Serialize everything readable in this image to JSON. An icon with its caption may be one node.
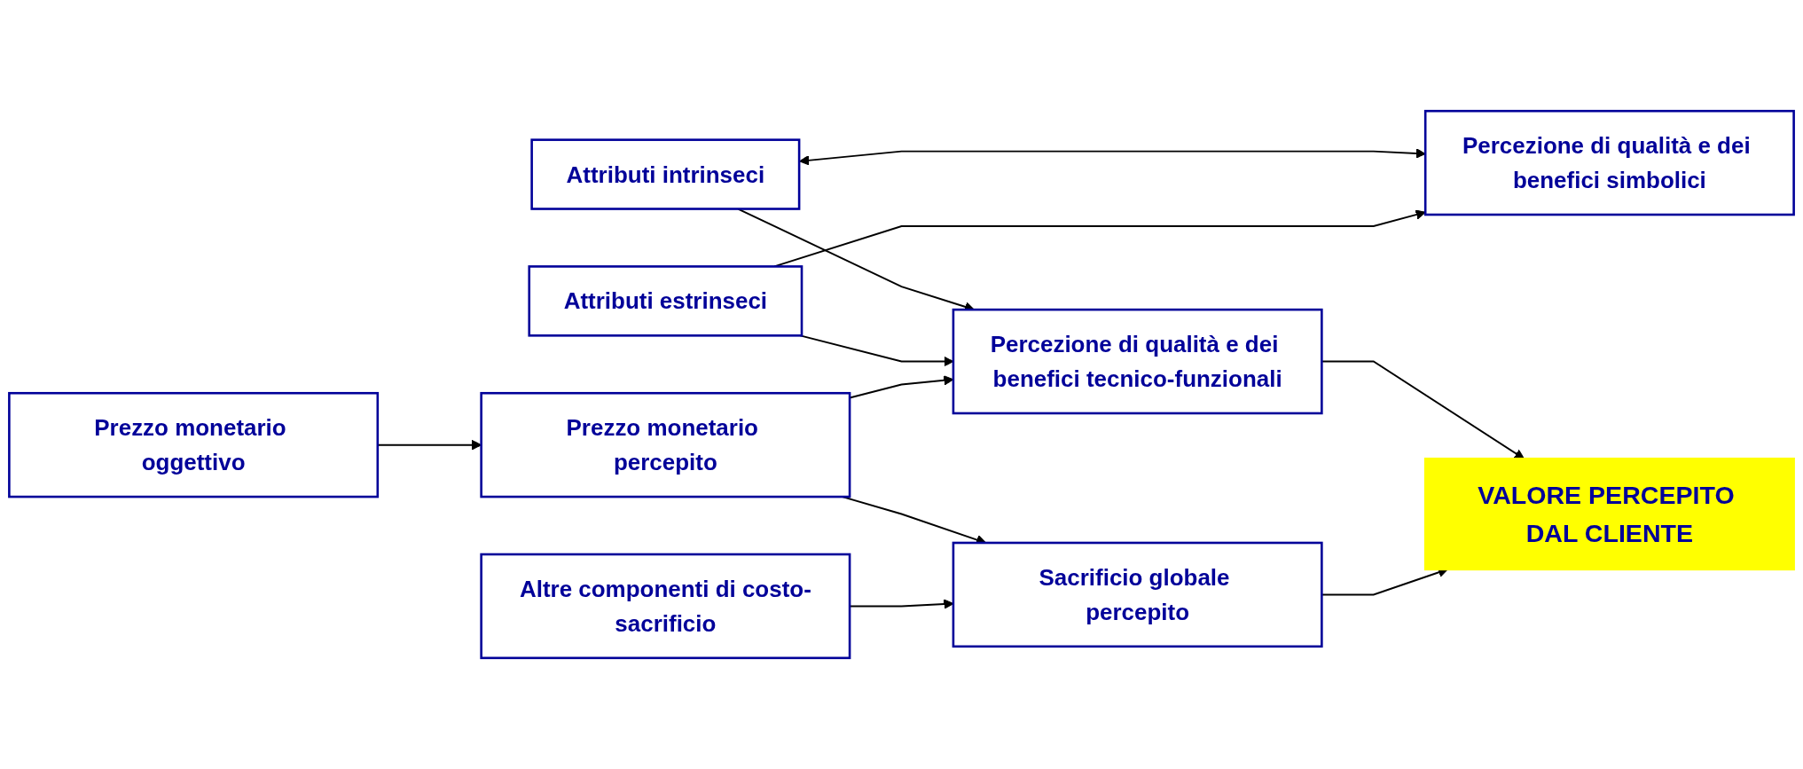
{
  "diagram": {
    "nodes": [
      {
        "text": [
          "Attributi intrinseci"
        ]
      },
      {
        "text": [
          "Percezione di qualità e dei benefici tecnico-funzionali"
        ]
      },
      {
        "text": [
          "Attributi estrinseci"
        ]
      },
      {
        "text": [
          "Percezione di qualità e dei benefici simbolici"
        ]
      },
      {
        "text": [
          "Prezzo monetario oggettivo"
        ]
      },
      {
        "text": [
          "Prezzo monetario percepito"
        ]
      },
      {
        "text": [
          "Sacrificio globale percepito"
        ]
      },
      {
        "text": [
          "VALORE PERCEPITO DAL CLIENTE"
        ]
      },
      {
        "text": [
          "Altre componenti di costo-sacrificio"
        ]
      }
    ],
    "edges": [
      {
        "from": 0,
        "to": 3,
        "arrow": "both"
      },
      {
        "from": 0,
        "to": 1,
        "arrow": "to"
      },
      {
        "from": 2,
        "to": 1,
        "arrow": "to"
      },
      {
        "from": 2,
        "to": 3,
        "arrow": "to"
      },
      {
        "from": 5,
        "to": 1,
        "arrow": "to"
      },
      {
        "from": 1,
        "to": 7,
        "arrow": "to"
      },
      {
        "from": 4,
        "to": 5,
        "arrow": "to"
      },
      {
        "from": 5,
        "to": 6,
        "arrow": "to"
      },
      {
        "from": 8,
        "to": 6,
        "arrow": "to"
      },
      {
        "from": 6,
        "to": 7,
        "arrow": "to"
      }
    ]
  }
}
